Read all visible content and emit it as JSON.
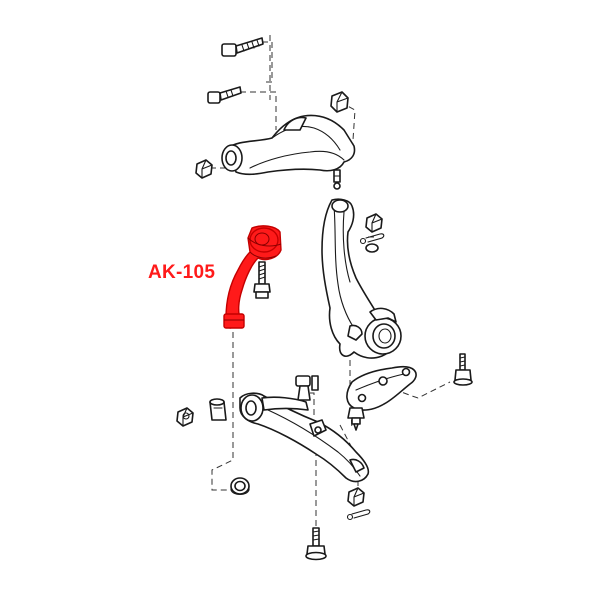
{
  "highlight": {
    "part_number": "AK-105",
    "color": "#ff1a1a"
  },
  "parts": [
    "upper-control-arm",
    "highlighted-arm-ak-105",
    "steering-knuckle",
    "lower-control-arm",
    "strut-rod",
    "ball-joint",
    "bolts",
    "nuts",
    "cotter-pin",
    "bushings"
  ]
}
